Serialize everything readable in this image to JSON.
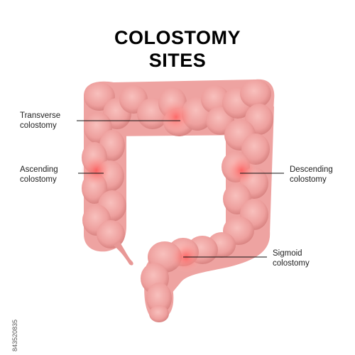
{
  "title": {
    "line1": "COLOSTOMY",
    "line2": "SITES"
  },
  "labels": {
    "transverse": {
      "line1": "Transverse",
      "line2": "colostomy"
    },
    "ascending": {
      "line1": "Ascending",
      "line2": "colostomy"
    },
    "descending": {
      "line1": "Descending",
      "line2": "colostomy"
    },
    "sigmoid": {
      "line1": "Sigmoid",
      "line2": "colostomy"
    }
  },
  "stock_id": "843520835",
  "colors": {
    "colon_fill": "#f0a4a2",
    "colon_shadow": "#d8807e",
    "highlight": "#ff6a6a",
    "leader_line": "#111111"
  }
}
